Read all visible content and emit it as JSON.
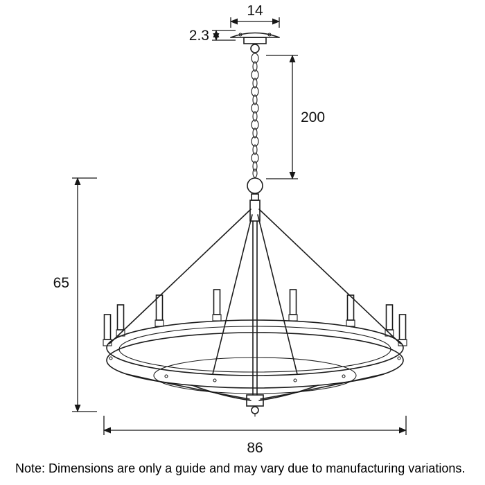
{
  "diagram": {
    "dimensions": {
      "canopy_width": "14",
      "canopy_height": "2.3",
      "chain_length": "200",
      "fixture_height": "65",
      "fixture_diameter": "86"
    },
    "note": "Note: Dimensions are only a guide and may vary due to manufacturing variations."
  }
}
